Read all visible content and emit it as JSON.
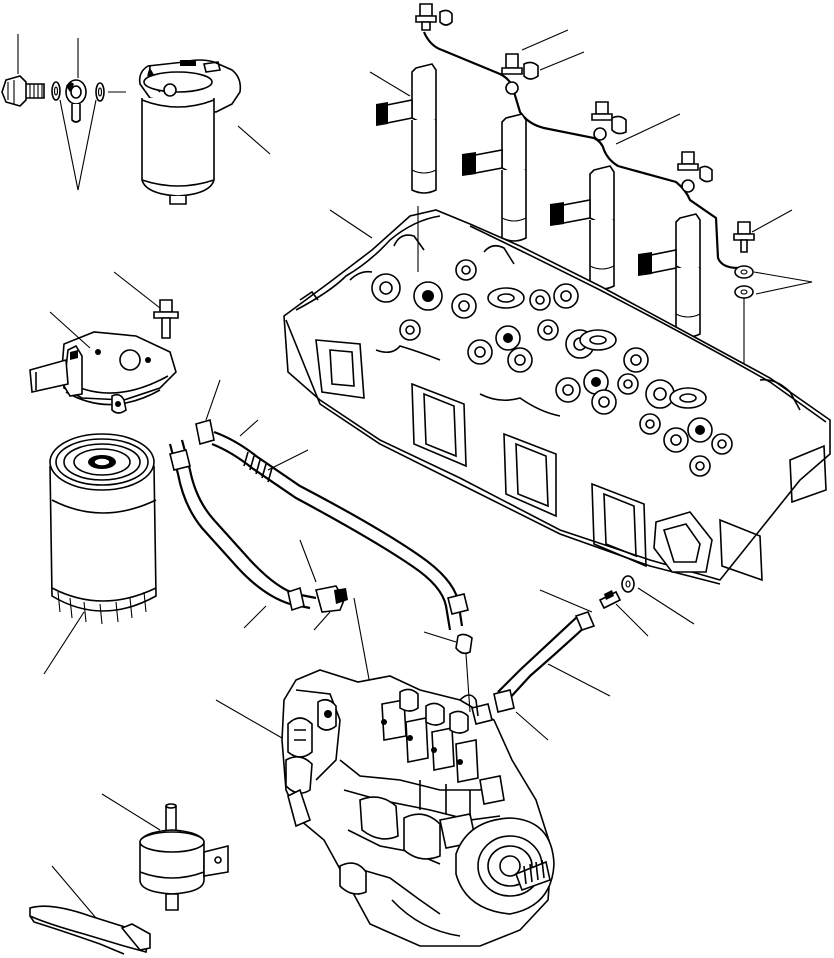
{
  "diagram": {
    "kind": "exploded parts illustration",
    "style": "black line art on white",
    "background_color": "#ffffff",
    "line_color": "#000000",
    "components": [
      "fuel-filter-head",
      "fuel-filter-cartridge",
      "cylinder-head",
      "injection-nozzles",
      "injection-lines",
      "fuel-hoses",
      "fuel-injection-pump",
      "feed-pump",
      "mounting-bracket",
      "banjo-bolt",
      "gaskets",
      "hose-clamps"
    ],
    "callout_count": 31,
    "printed_text": []
  }
}
